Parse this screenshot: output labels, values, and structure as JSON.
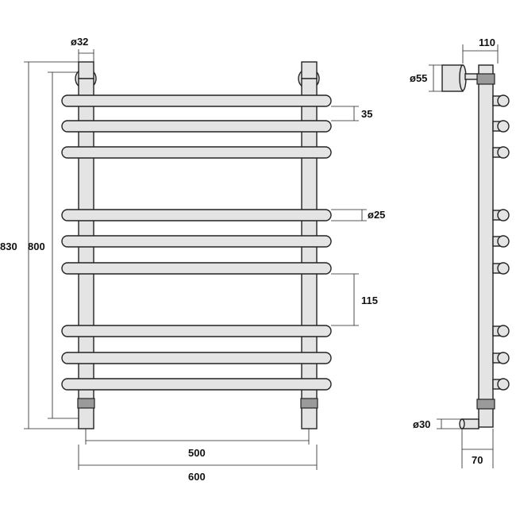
{
  "front_view": {
    "dims": {
      "pipe_diameter": "ø32",
      "total_height": "830",
      "axis_height": "800",
      "bar_diameter_a": "35",
      "bar_diameter_b": "ø25",
      "group_gap": "115",
      "axis_width": "500",
      "total_width": "600"
    }
  },
  "side_view": {
    "dims": {
      "depth": "110",
      "flange_diameter": "ø55",
      "connector_diameter": "ø30",
      "connector_depth": "70"
    }
  },
  "colors": {
    "line": "#222222",
    "fill": "#e4e4e4",
    "fitting": "#9a9a9a"
  }
}
